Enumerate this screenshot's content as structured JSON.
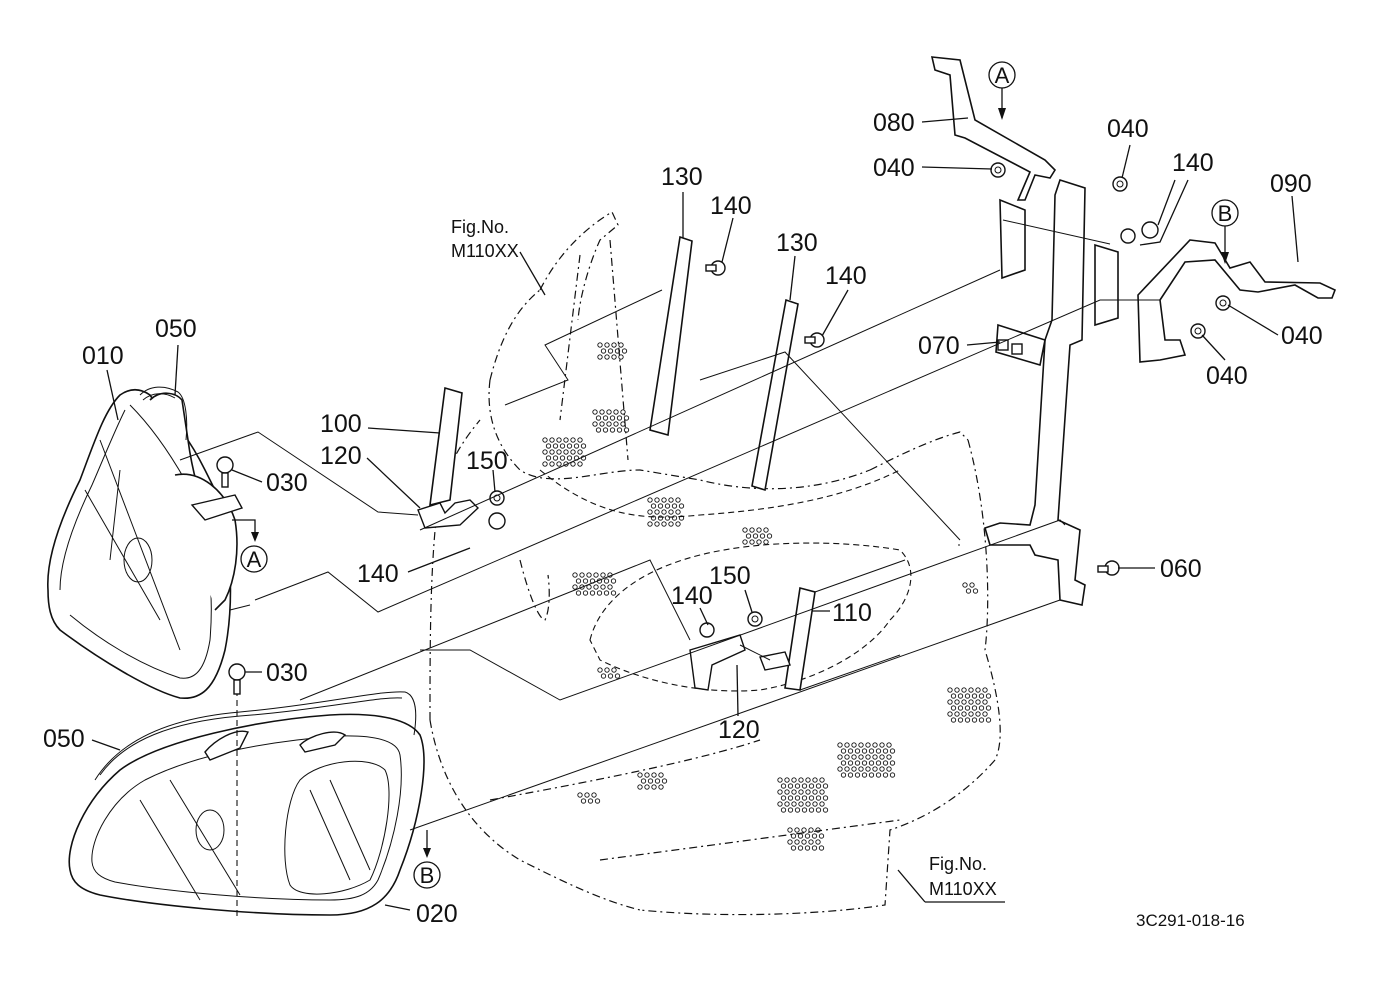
{
  "diagram": {
    "title": "Headlight and bracket assembly (exploded view)",
    "drawing_code": "3C291-018-16",
    "figure_refs": [
      {
        "line1": "Fig.No.",
        "line2": "M110XX",
        "position": "upper-center"
      },
      {
        "line1": "Fig.No.",
        "line2": "M110XX",
        "position": "lower-right"
      }
    ],
    "callouts": [
      {
        "id": "A",
        "letter": "A",
        "where": "headlight-left"
      },
      {
        "id": "A2",
        "letter": "A",
        "where": "bracket-080"
      },
      {
        "id": "B",
        "letter": "B",
        "where": "headlight-right"
      },
      {
        "id": "B2",
        "letter": "B",
        "where": "bracket-090"
      }
    ],
    "part_labels": [
      {
        "num": "010",
        "part": "headlight-left"
      },
      {
        "num": "050",
        "part": "gasket-left"
      },
      {
        "num": "030",
        "part": "bolt-left"
      },
      {
        "num": "030",
        "part": "bolt-right"
      },
      {
        "num": "050",
        "part": "gasket-right"
      },
      {
        "num": "020",
        "part": "headlight-right"
      },
      {
        "num": "100",
        "part": "stay-left"
      },
      {
        "num": "120",
        "part": "plate-left"
      },
      {
        "num": "150",
        "part": "nut-left"
      },
      {
        "num": "140",
        "part": "bolt-plate-left"
      },
      {
        "num": "130",
        "part": "strip-left"
      },
      {
        "num": "140",
        "part": "bolt-strip-left"
      },
      {
        "num": "130",
        "part": "strip-right"
      },
      {
        "num": "140",
        "part": "bolt-strip-right"
      },
      {
        "num": "140",
        "part": "bolt-plate-right"
      },
      {
        "num": "150",
        "part": "nut-right"
      },
      {
        "num": "110",
        "part": "stay-right"
      },
      {
        "num": "120",
        "part": "plate-right"
      },
      {
        "num": "080",
        "part": "bracket-upper-left"
      },
      {
        "num": "040",
        "part": "nut-080"
      },
      {
        "num": "040",
        "part": "nut-frame-top"
      },
      {
        "num": "140",
        "part": "bolts-frame"
      },
      {
        "num": "090",
        "part": "bracket-upper-right"
      },
      {
        "num": "040",
        "part": "nut-090"
      },
      {
        "num": "040",
        "part": "nut-frame-lower"
      },
      {
        "num": "070",
        "part": "nut-plate"
      },
      {
        "num": "060",
        "part": "bolt-frame-bottom"
      }
    ]
  }
}
